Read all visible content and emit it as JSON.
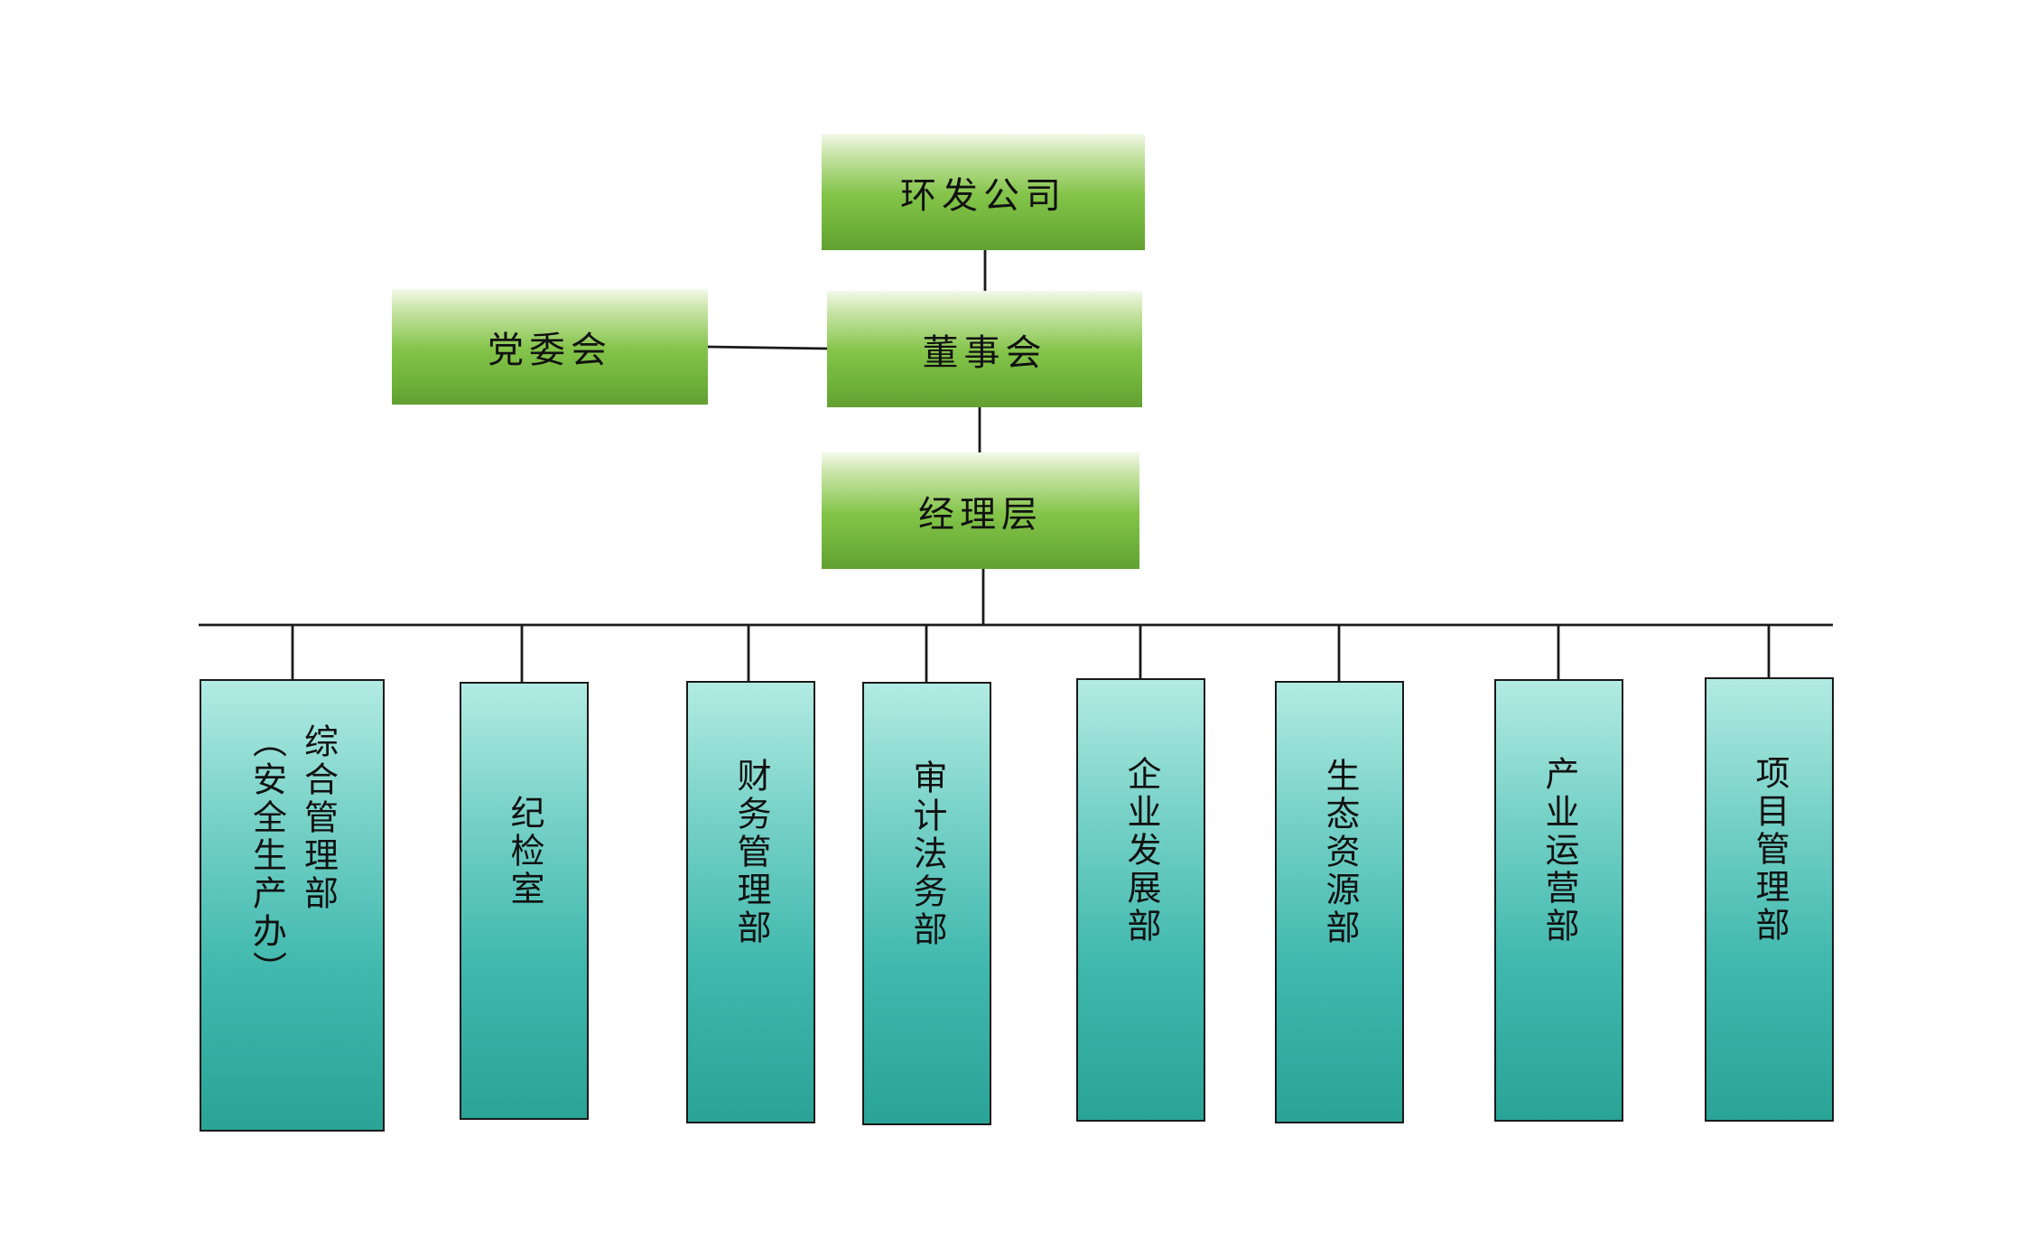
{
  "colors": {
    "top_boxes": "#6fb23a",
    "department_boxes": "#2aa497",
    "lines": "#1a1a1a"
  },
  "org": {
    "company": "环发公司",
    "party_committee": "党委会",
    "board": "董事会",
    "management": "经理层",
    "departments": [
      {
        "name": "综合管理部\n（安全生产办）"
      },
      {
        "name": "纪检室"
      },
      {
        "name": "财务管理部"
      },
      {
        "name": "审计法务部"
      },
      {
        "name": "企业发展部"
      },
      {
        "name": "生态资源部"
      },
      {
        "name": "产业运营部"
      },
      {
        "name": "项目管理部"
      }
    ]
  }
}
